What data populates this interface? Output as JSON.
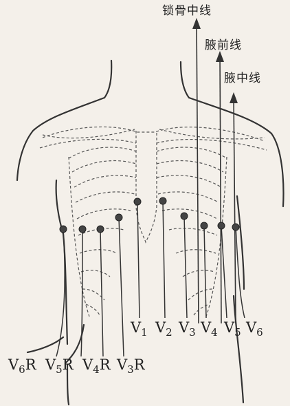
{
  "reference_lines": {
    "midclavicular": "锁骨中线",
    "anterior_axillary": "腋前线",
    "mid_axillary": "腋中线"
  },
  "right_leads": [
    {
      "letter": "V",
      "num": "1"
    },
    {
      "letter": "V",
      "num": "2"
    },
    {
      "letter": "V",
      "num": "3"
    },
    {
      "letter": "V",
      "num": "4"
    },
    {
      "letter": "V",
      "num": "5"
    },
    {
      "letter": "V",
      "num": "6"
    }
  ],
  "left_leads": [
    {
      "letter": "V",
      "num": "6",
      "suffix": "R"
    },
    {
      "letter": "V",
      "num": "5",
      "suffix": "R"
    },
    {
      "letter": "V",
      "num": "4",
      "suffix": "R"
    },
    {
      "letter": "V",
      "num": "3",
      "suffix": "R"
    }
  ]
}
